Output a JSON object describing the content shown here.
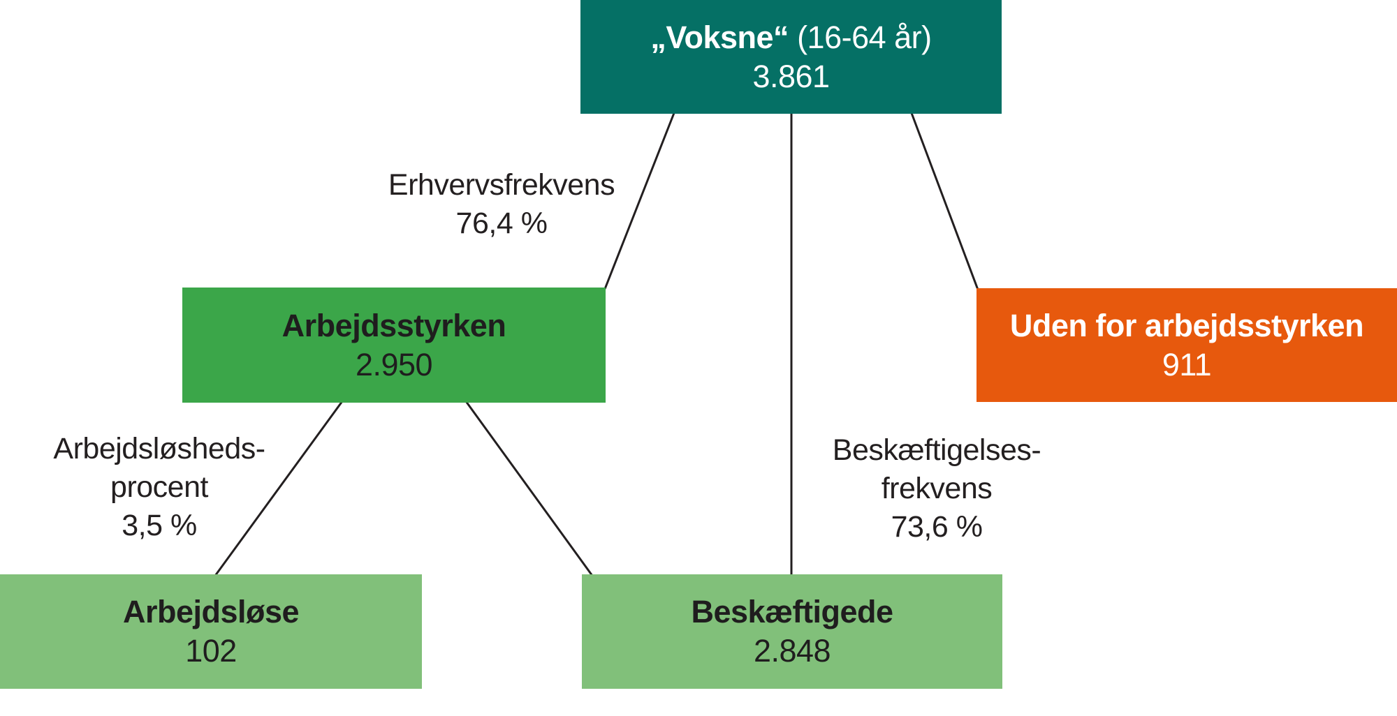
{
  "colors": {
    "teal": "#057065",
    "green": "#3ba649",
    "light_green": "#81c07a",
    "orange": "#e7590d",
    "text_dark": "#1f1d1e",
    "text_light": "#ffffff",
    "connector_line": "#231f20"
  },
  "nodes": {
    "voksne": {
      "label_bold": "„Voksne“",
      "label_suffix": " (16-64 år)",
      "value": "3.861"
    },
    "arbejdsstyrken": {
      "label": "Arbejdsstyrken",
      "value": "2.950"
    },
    "uden_for_arbejdsstyrken": {
      "label": "Uden for arbejdsstyrken",
      "value": "911"
    },
    "arbejdslose": {
      "label": "Arbejdsløse",
      "value": "102"
    },
    "beskaeftigede": {
      "label": "Beskæftigede",
      "value": "2.848"
    }
  },
  "edge_labels": {
    "erhvervsfrekvens": {
      "line1": "Erhvervsfrekvens",
      "line2": "76,4 %"
    },
    "arbejdsloshedsprocent": {
      "line1": "Arbejdsløsheds-",
      "line2": "procent",
      "line3": "3,5 %"
    },
    "beskaeftigelsesfrekvens": {
      "line1": "Beskæftigelses-",
      "line2": "frekvens",
      "line3": "73,6 %"
    }
  }
}
